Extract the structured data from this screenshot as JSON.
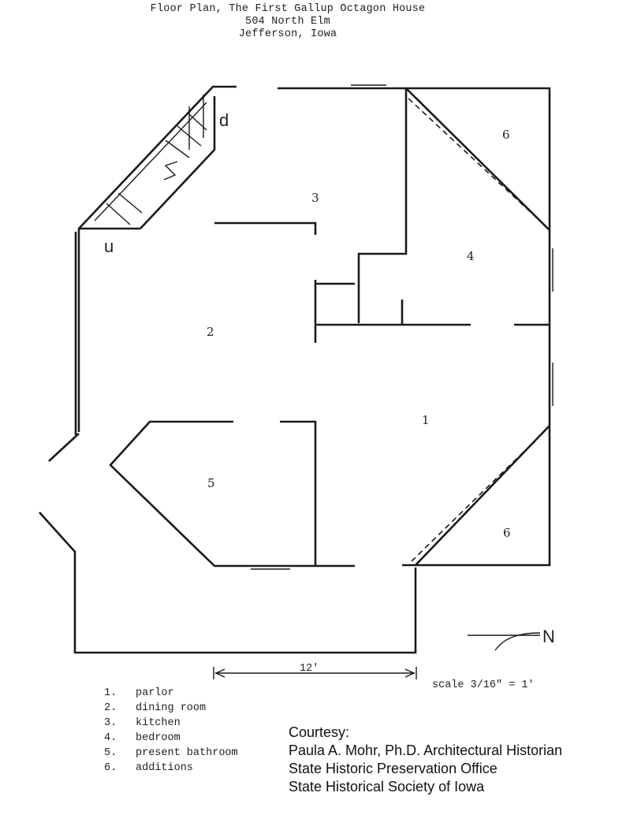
{
  "title": {
    "line1": "Floor Plan, The First Gallup Octagon House",
    "line2": "504 North Elm",
    "line3": "Jefferson, Iowa"
  },
  "plan": {
    "rooms": [
      {
        "id": "room-1",
        "label": "1"
      },
      {
        "id": "room-2",
        "label": "2"
      },
      {
        "id": "room-3",
        "label": "3"
      },
      {
        "id": "room-4",
        "label": "4"
      },
      {
        "id": "room-5",
        "label": "5"
      },
      {
        "id": "room-6-top",
        "label": "6"
      },
      {
        "id": "room-6-bottom",
        "label": "6"
      }
    ],
    "stair_down": "d",
    "stair_up": "u",
    "north": "N",
    "dimension": "12'"
  },
  "scale": "scale 3/16\" = 1'",
  "legend": [
    {
      "num": "1.",
      "text": "parlor"
    },
    {
      "num": "2.",
      "text": "dining room"
    },
    {
      "num": "3.",
      "text": "kitchen"
    },
    {
      "num": "4.",
      "text": "bedroom"
    },
    {
      "num": "5.",
      "text": "present bathroom"
    },
    {
      "num": "6.",
      "text": "additions"
    }
  ],
  "courtesy": {
    "line1": "Courtesy:",
    "line2": "Paula A. Mohr, Ph.D. Architectural Historian",
    "line3": "State Historic Preservation Office",
    "line4": "State Historical Society of Iowa"
  }
}
